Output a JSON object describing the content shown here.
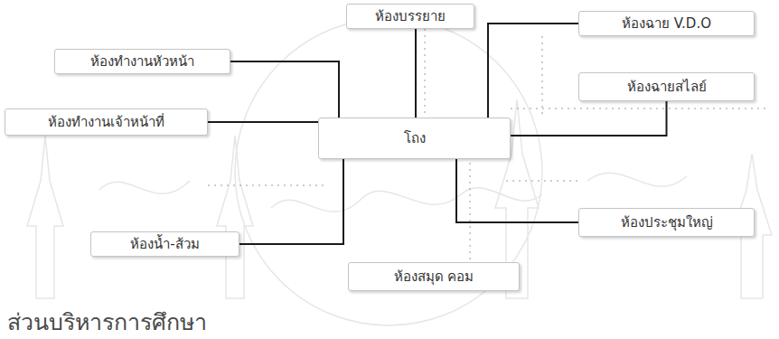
{
  "diagram": {
    "caption": "ส่วนบริหารการศึกษา",
    "nodes": [
      {
        "text": [
          "ห้องบรรยาย"
        ]
      },
      {
        "text": [
          "ห้องฉาย V.D.O"
        ]
      },
      {
        "text": [
          "ห้องทำงานหัวหน้า"
        ]
      },
      {
        "text": [
          "ห้องฉายสไลย์"
        ]
      },
      {
        "text": [
          "ห้องทำงานเจ้าหน้าที่"
        ]
      },
      {
        "text": [
          "โถง"
        ]
      },
      {
        "text": [
          "ห้องประชุมใหญ่"
        ]
      },
      {
        "text": [
          "ห้องน้ำ-ส้วม"
        ]
      },
      {
        "text": [
          "ห้องสมุด คอม"
        ]
      }
    ],
    "edges": [
      {
        "from": 0,
        "to": 5,
        "arrow": "none"
      },
      {
        "from": 1,
        "to": 5,
        "arrow": "none"
      },
      {
        "from": 2,
        "to": 5,
        "arrow": "none"
      },
      {
        "from": 3,
        "to": 5,
        "arrow": "none"
      },
      {
        "from": 4,
        "to": 5,
        "arrow": "none"
      },
      {
        "from": 6,
        "to": 5,
        "arrow": "none"
      },
      {
        "from": 7,
        "to": 5,
        "arrow": "none"
      }
    ]
  }
}
